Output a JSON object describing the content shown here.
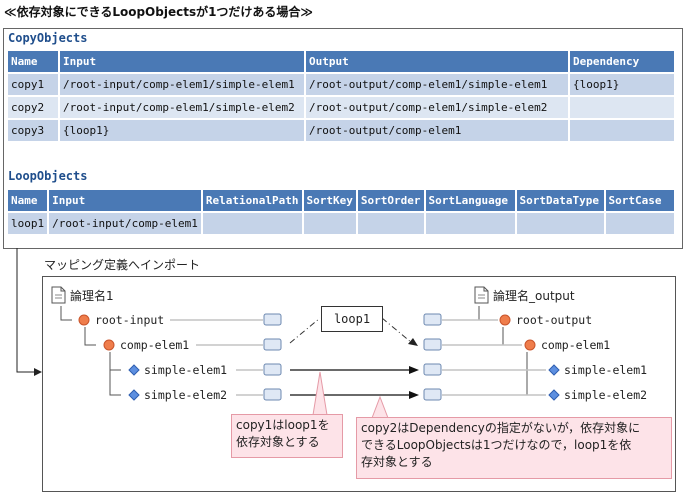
{
  "heading": "≪依存対象にできるLoopObjectsが1つだけある場合≫",
  "copy_objects": {
    "title": "CopyObjects",
    "columns": [
      "Name",
      "Input",
      "Output",
      "Dependency"
    ],
    "rows": [
      [
        "copy1",
        "/root-input/comp-elem1/simple-elem1",
        "/root-output/comp-elem1/simple-elem1",
        "{loop1}"
      ],
      [
        "copy2",
        "/root-input/comp-elem1/simple-elem2",
        "/root-output/comp-elem1/simple-elem2",
        ""
      ],
      [
        "copy3",
        "{loop1}",
        "/root-output/comp-elem1",
        ""
      ]
    ]
  },
  "loop_objects": {
    "title": "LoopObjects",
    "columns": [
      "Name",
      "Input",
      "RelationalPath",
      "SortKey",
      "SortOrder",
      "SortLanguage",
      "SortDataType",
      "SortCase"
    ],
    "rows": [
      [
        "loop1",
        "/root-input/comp-elem1",
        "",
        "",
        "",
        "",
        "",
        ""
      ]
    ]
  },
  "import_label": "マッピング定義へインポート",
  "mapping": {
    "left_logical_name": "論理名1",
    "right_logical_name": "論理名_output",
    "left_tree": [
      "root-input",
      "comp-elem1",
      "simple-elem1",
      "simple-elem2"
    ],
    "right_tree": [
      "root-output",
      "comp-elem1",
      "simple-elem1",
      "simple-elem2"
    ],
    "loop_label": "loop1"
  },
  "notes": {
    "note1": [
      "copy1はloop1を",
      "依存対象とする"
    ],
    "note2": [
      "copy2はDependencyの指定がないが，依存対象に",
      "できるLoopObjectsは1つだけなので，loop1を依",
      "存対象とする"
    ]
  }
}
